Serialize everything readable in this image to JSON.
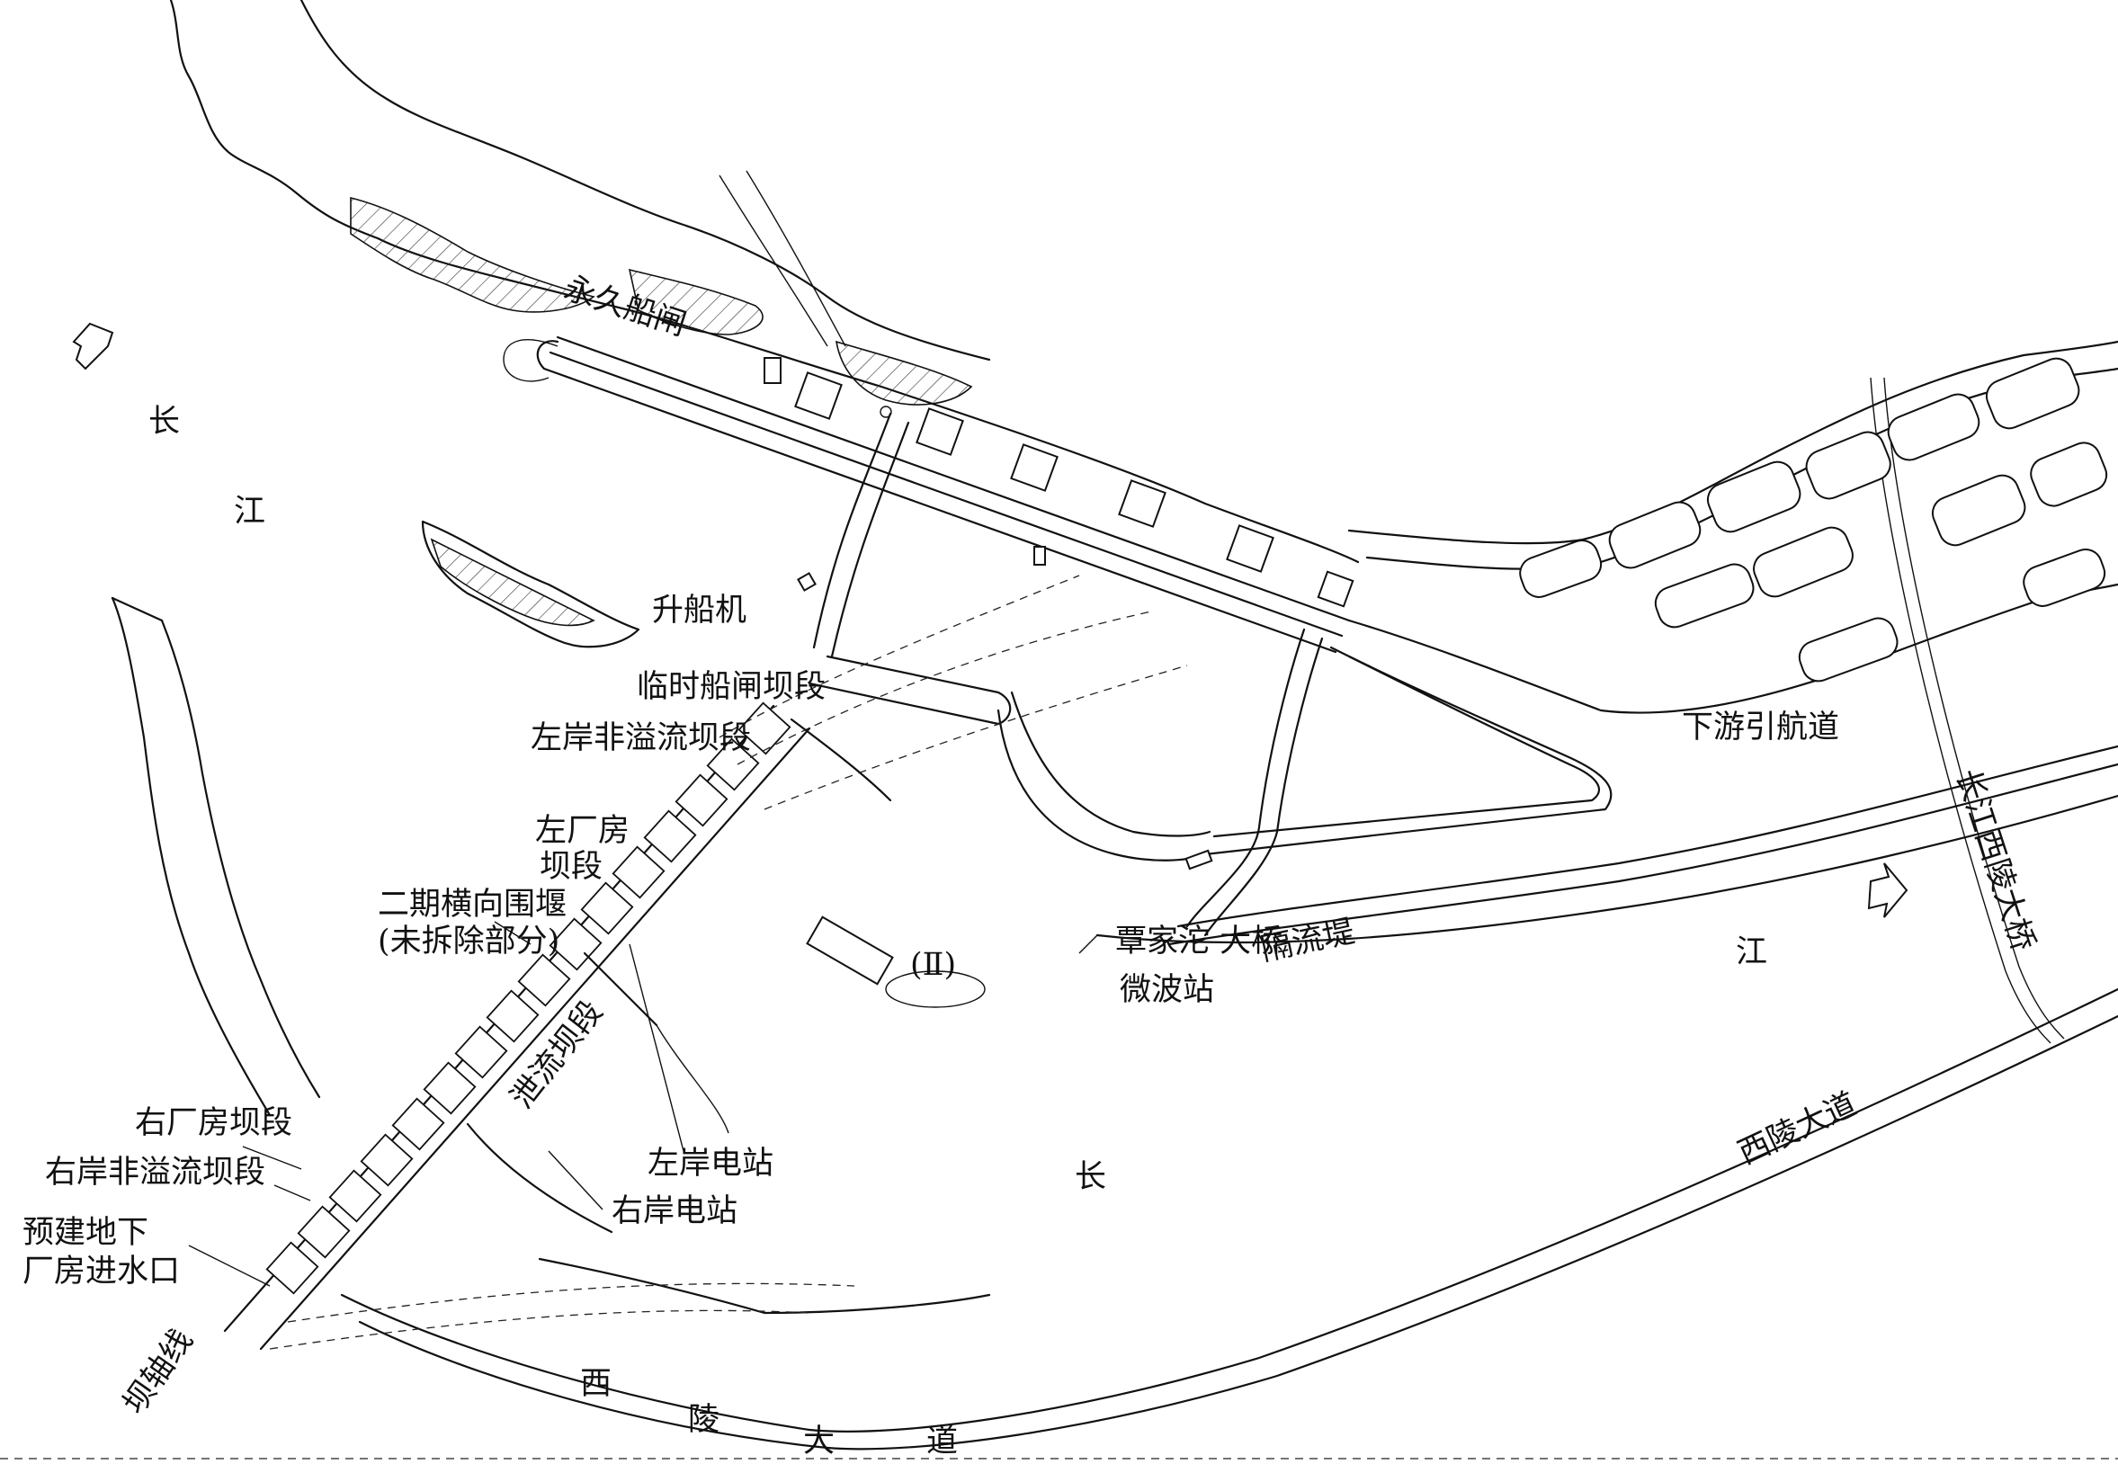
{
  "labels": {
    "yangtze_upstream_1": "长",
    "yangtze_upstream_2": "江",
    "yangtze_downstream_1": "江",
    "yangtze_downstream_2": "长",
    "permanent_lock": "永久船闸",
    "ship_lift": "升船机",
    "temp_lock_section": "临时船闸坝段",
    "left_nonoverflow": "左岸非溢流坝段",
    "left_powerhouse_1": "左厂房",
    "left_powerhouse_2": "坝段",
    "cofferdam_1": "二期横向围堰",
    "cofferdam_2": "(未拆除部分)",
    "spillway_section": "泄流坝段",
    "right_powerhouse_section": "右厂房坝段",
    "right_nonoverflow": "右岸非溢流坝段",
    "underground_intake_1": "预建地下",
    "underground_intake_2": "厂房进水口",
    "dam_axis": "坝轴线",
    "left_station": "左岸电站",
    "right_station": "右岸电站",
    "downstream_channel": "下游引航道",
    "qinjiatuo_bridge": "覃家沱 大桥",
    "separation_dike": "隔流堤",
    "microwave_station": "微波站",
    "site_ii": "(Ⅱ)",
    "xiling_bridge": "长江西陵大桥",
    "xiling_avenue": "西陵大道",
    "xiling_avenue_char_1": "西",
    "xiling_avenue_char_2": "陵",
    "xiling_avenue_char_3": "大",
    "xiling_avenue_char_4": "道"
  }
}
